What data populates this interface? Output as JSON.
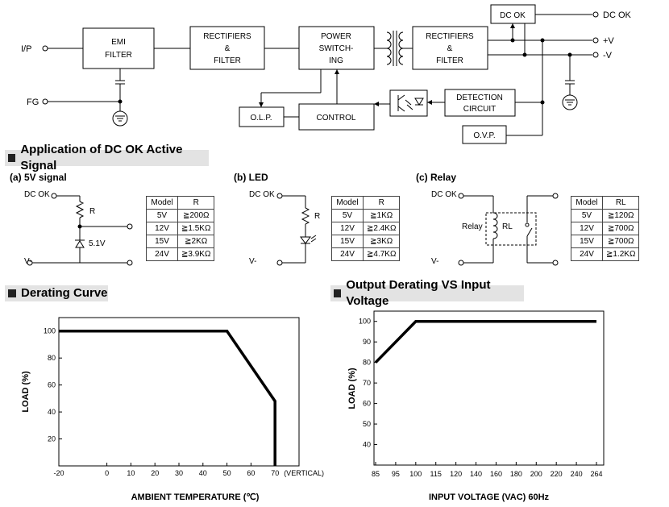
{
  "block_diagram": {
    "emi_filter": [
      "EMI",
      "FILTER"
    ],
    "rectifiers_in": [
      "RECTIFIERS",
      "&",
      "FILTER"
    ],
    "power_switching": [
      "POWER",
      "SWITCH-",
      "ING"
    ],
    "rectifiers_out": [
      "RECTIFIERS",
      "&",
      "FILTER"
    ],
    "dc_ok_box": "DC OK",
    "olp": "O.L.P.",
    "control": "CONTROL",
    "detection": [
      "DETECTION",
      "CIRCUIT"
    ],
    "ovp": "O.V.P.",
    "ip": "I/P",
    "fg": "FG",
    "out_dc_ok": "DC OK",
    "out_plus": "+V",
    "out_minus": "-V"
  },
  "dc_ok_section": {
    "title": "Application of DC OK Active Signal",
    "circuits": [
      {
        "title": "(a) 5V signal",
        "dc_ok": "DC OK",
        "vminus": "V-",
        "labels": [
          "R",
          "5.1V"
        ],
        "table": {
          "headers": [
            "Model",
            "R"
          ],
          "rows": [
            [
              "5V",
              "≧200Ω"
            ],
            [
              "12V",
              "≧1.5KΩ"
            ],
            [
              "15V",
              "≧2KΩ"
            ],
            [
              "24V",
              "≧3.9KΩ"
            ]
          ]
        }
      },
      {
        "title": "(b) LED",
        "dc_ok": "DC OK",
        "vminus": "V-",
        "labels": [
          "R"
        ],
        "table": {
          "headers": [
            "Model",
            "R"
          ],
          "rows": [
            [
              "5V",
              "≧1KΩ"
            ],
            [
              "12V",
              "≧2.4KΩ"
            ],
            [
              "15V",
              "≧3KΩ"
            ],
            [
              "24V",
              "≧4.7KΩ"
            ]
          ]
        }
      },
      {
        "title": "(c) Relay",
        "dc_ok": "DC OK",
        "vminus": "V-",
        "labels": [
          "Relay",
          "RL"
        ],
        "table": {
          "headers": [
            "Model",
            "RL"
          ],
          "rows": [
            [
              "5V",
              "≧120Ω"
            ],
            [
              "12V",
              "≧700Ω"
            ],
            [
              "15V",
              "≧700Ω"
            ],
            [
              "24V",
              "≧1.2KΩ"
            ]
          ]
        }
      }
    ]
  },
  "chart_data": [
    {
      "type": "line",
      "title": "Derating Curve",
      "xlabel": "AMBIENT TEMPERATURE (℃)",
      "ylabel": "LOAD (%)",
      "x_ticks": [
        "-20",
        "0",
        "10",
        "20",
        "30",
        "40",
        "50",
        "60",
        "70"
      ],
      "x_tick_note": "(VERTICAL)",
      "y_ticks": [
        "20",
        "40",
        "60",
        "80",
        "100"
      ],
      "xlim": [
        -20,
        80
      ],
      "ylim": [
        0,
        110
      ],
      "grid": false,
      "series": [
        {
          "x": [
            -20,
            50,
            70,
            70
          ],
          "y": [
            100,
            100,
            48,
            0
          ]
        }
      ]
    },
    {
      "type": "line",
      "title": "Output Derating VS Input Voltage",
      "xlabel": "INPUT VOLTAGE (VAC) 60Hz",
      "ylabel": "LOAD (%)",
      "x_ticks": [
        "85",
        "95",
        "100",
        "115",
        "120",
        "140",
        "160",
        "180",
        "200",
        "220",
        "240",
        "264"
      ],
      "y_ticks": [
        "40",
        "50",
        "60",
        "70",
        "80",
        "90",
        "100"
      ],
      "ylim": [
        30,
        105
      ],
      "grid": false,
      "series": [
        {
          "x": [
            "85",
            "100",
            "264"
          ],
          "y": [
            80,
            100,
            100
          ]
        }
      ]
    }
  ]
}
